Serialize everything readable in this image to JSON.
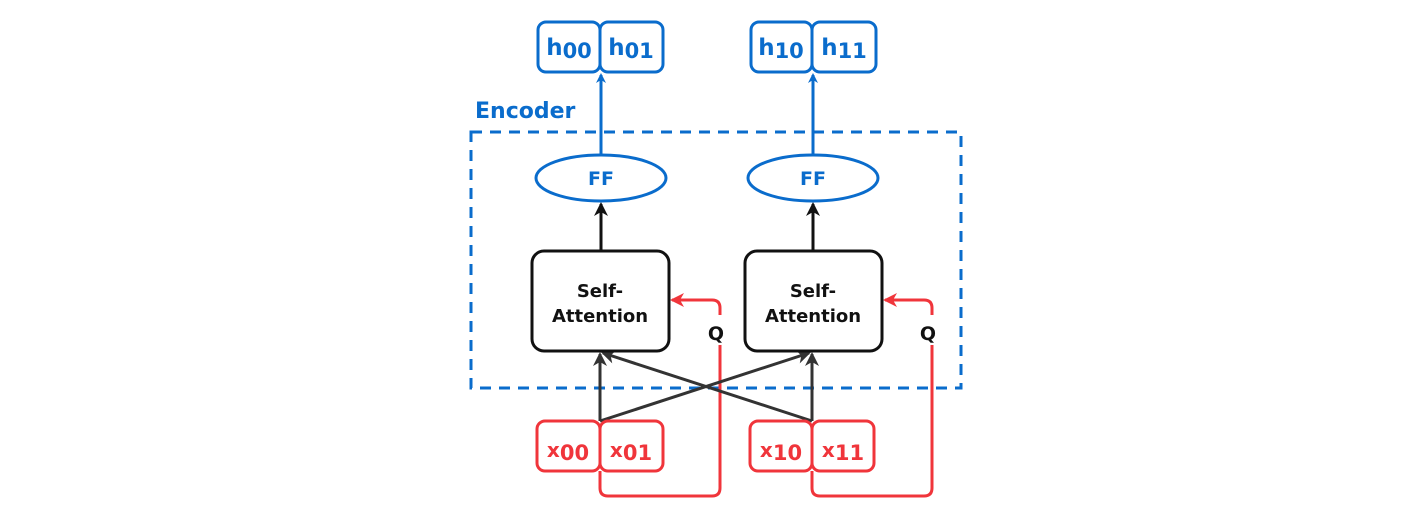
{
  "colors": {
    "blue": "#0a6ccc",
    "red": "#f0353b",
    "black": "#111111",
    "gray_arrow": "#333333"
  },
  "encoder": {
    "label": "Encoder"
  },
  "outputs": [
    {
      "base": "h",
      "sub": "00"
    },
    {
      "base": "h",
      "sub": "01"
    },
    {
      "base": "h",
      "sub": "10"
    },
    {
      "base": "h",
      "sub": "11"
    }
  ],
  "inputs": [
    {
      "base": "x",
      "sub": "00"
    },
    {
      "base": "x",
      "sub": "01"
    },
    {
      "base": "x",
      "sub": "10"
    },
    {
      "base": "x",
      "sub": "11"
    }
  ],
  "ff": [
    {
      "label": "FF"
    },
    {
      "label": "FF"
    }
  ],
  "attention": [
    {
      "line1": "Self-",
      "line2": "Attention"
    },
    {
      "line1": "Self-",
      "line2": "Attention"
    }
  ],
  "query": [
    {
      "label": "Q"
    },
    {
      "label": "Q"
    }
  ]
}
